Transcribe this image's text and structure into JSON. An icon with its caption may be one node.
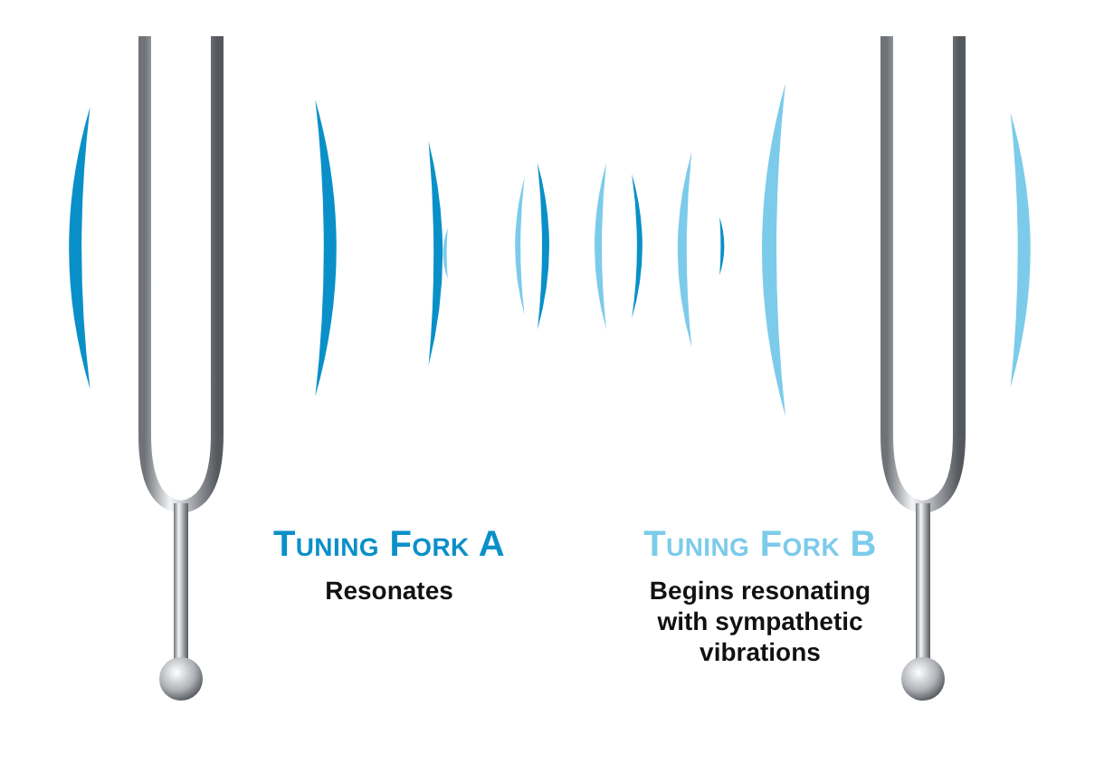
{
  "diagram": {
    "labels": [
      "Tuning Fork A",
      "Resonates",
      "Tuning Fork B",
      "Begins resonating with sympathetic vibrations"
    ]
  }
}
